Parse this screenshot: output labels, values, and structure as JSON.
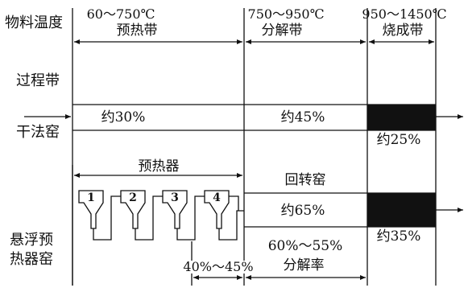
{
  "header": {
    "temperature_label": "物料温度",
    "zones": [
      {
        "temp": "60～750℃",
        "name": "预热带"
      },
      {
        "temp": "750～950℃",
        "name": "分解带"
      },
      {
        "temp": "950～1450℃",
        "name": "烧成带"
      }
    ]
  },
  "rows": {
    "process_zone_label": "过程带",
    "dry_kiln": {
      "label": "干法窑",
      "values": [
        "约30%",
        "约45%",
        "约25%"
      ]
    },
    "suspension_kiln": {
      "label_line1": "悬浮预",
      "label_line2": "热器窑",
      "preheater_label": "预热器",
      "rotary_kiln_label": "回转窑",
      "cyclones": [
        "1",
        "2",
        "3",
        "4"
      ],
      "rotary_value": "约65%",
      "burning_value": "约35%",
      "decomp_rate_value": "60%～55%",
      "decomp_rate_label": "分解率",
      "precalc_value": "40%～45%"
    }
  },
  "colors": {
    "line": "#111111",
    "fill_black": "#111111",
    "background": "#ffffff"
  }
}
